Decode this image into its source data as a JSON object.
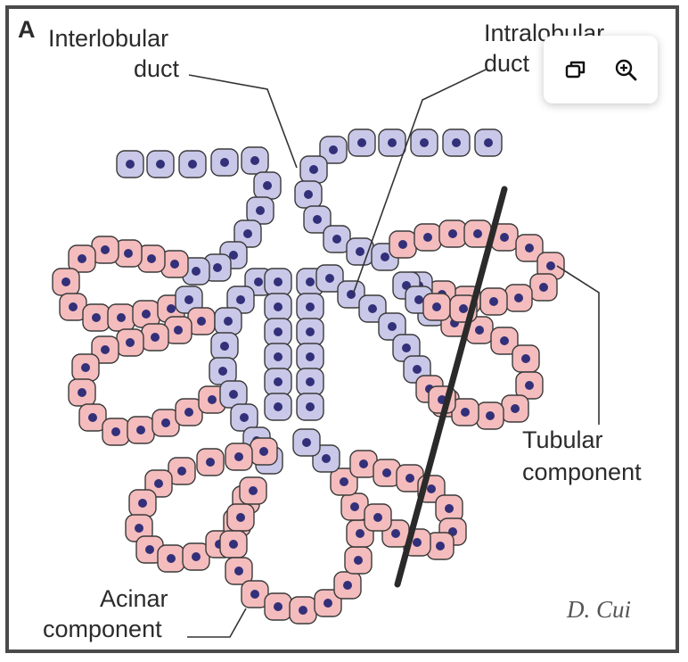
{
  "figure": {
    "panel_letter": "A",
    "labels": {
      "interlobular_line1": "Interlobular",
      "interlobular_line2": "duct",
      "intralobular_line1": "Intralobular",
      "intralobular_line2": "duct",
      "tubular_line1": "Tubular",
      "tubular_line2": "component",
      "acinar_line1": "Acinar",
      "acinar_line2": "component"
    },
    "signature": "D. Cui",
    "colors": {
      "duct_cell": "#c9c8e8",
      "secretory_cell": "#f4bcbd",
      "nucleus": "#33307a",
      "outline": "#3a3a3a",
      "frame": "#4a4a4a"
    }
  },
  "toolbar": {
    "buttons": [
      {
        "name": "open-in-new-window-button",
        "icon": "windows-icon"
      },
      {
        "name": "zoom-in-button",
        "icon": "zoom-in-icon"
      }
    ]
  }
}
